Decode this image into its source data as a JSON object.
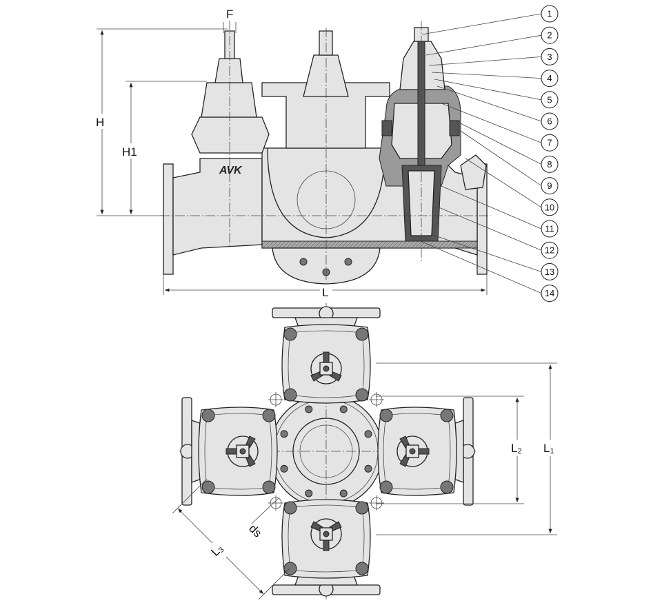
{
  "title": "AVK hydrant valve assembly dimension drawing",
  "logo_text": "AVK",
  "dimensions": {
    "F": "F",
    "H": "H",
    "H1": "H1",
    "L": "L",
    "L1": "L",
    "L1_sub": "1",
    "L2": "L",
    "L2_sub": "2",
    "L3": "L",
    "L3_sub": "3",
    "ds": "ds"
  },
  "callouts": [
    "1",
    "2",
    "3",
    "4",
    "5",
    "6",
    "7",
    "8",
    "9",
    "10",
    "11",
    "12",
    "13",
    "14"
  ]
}
